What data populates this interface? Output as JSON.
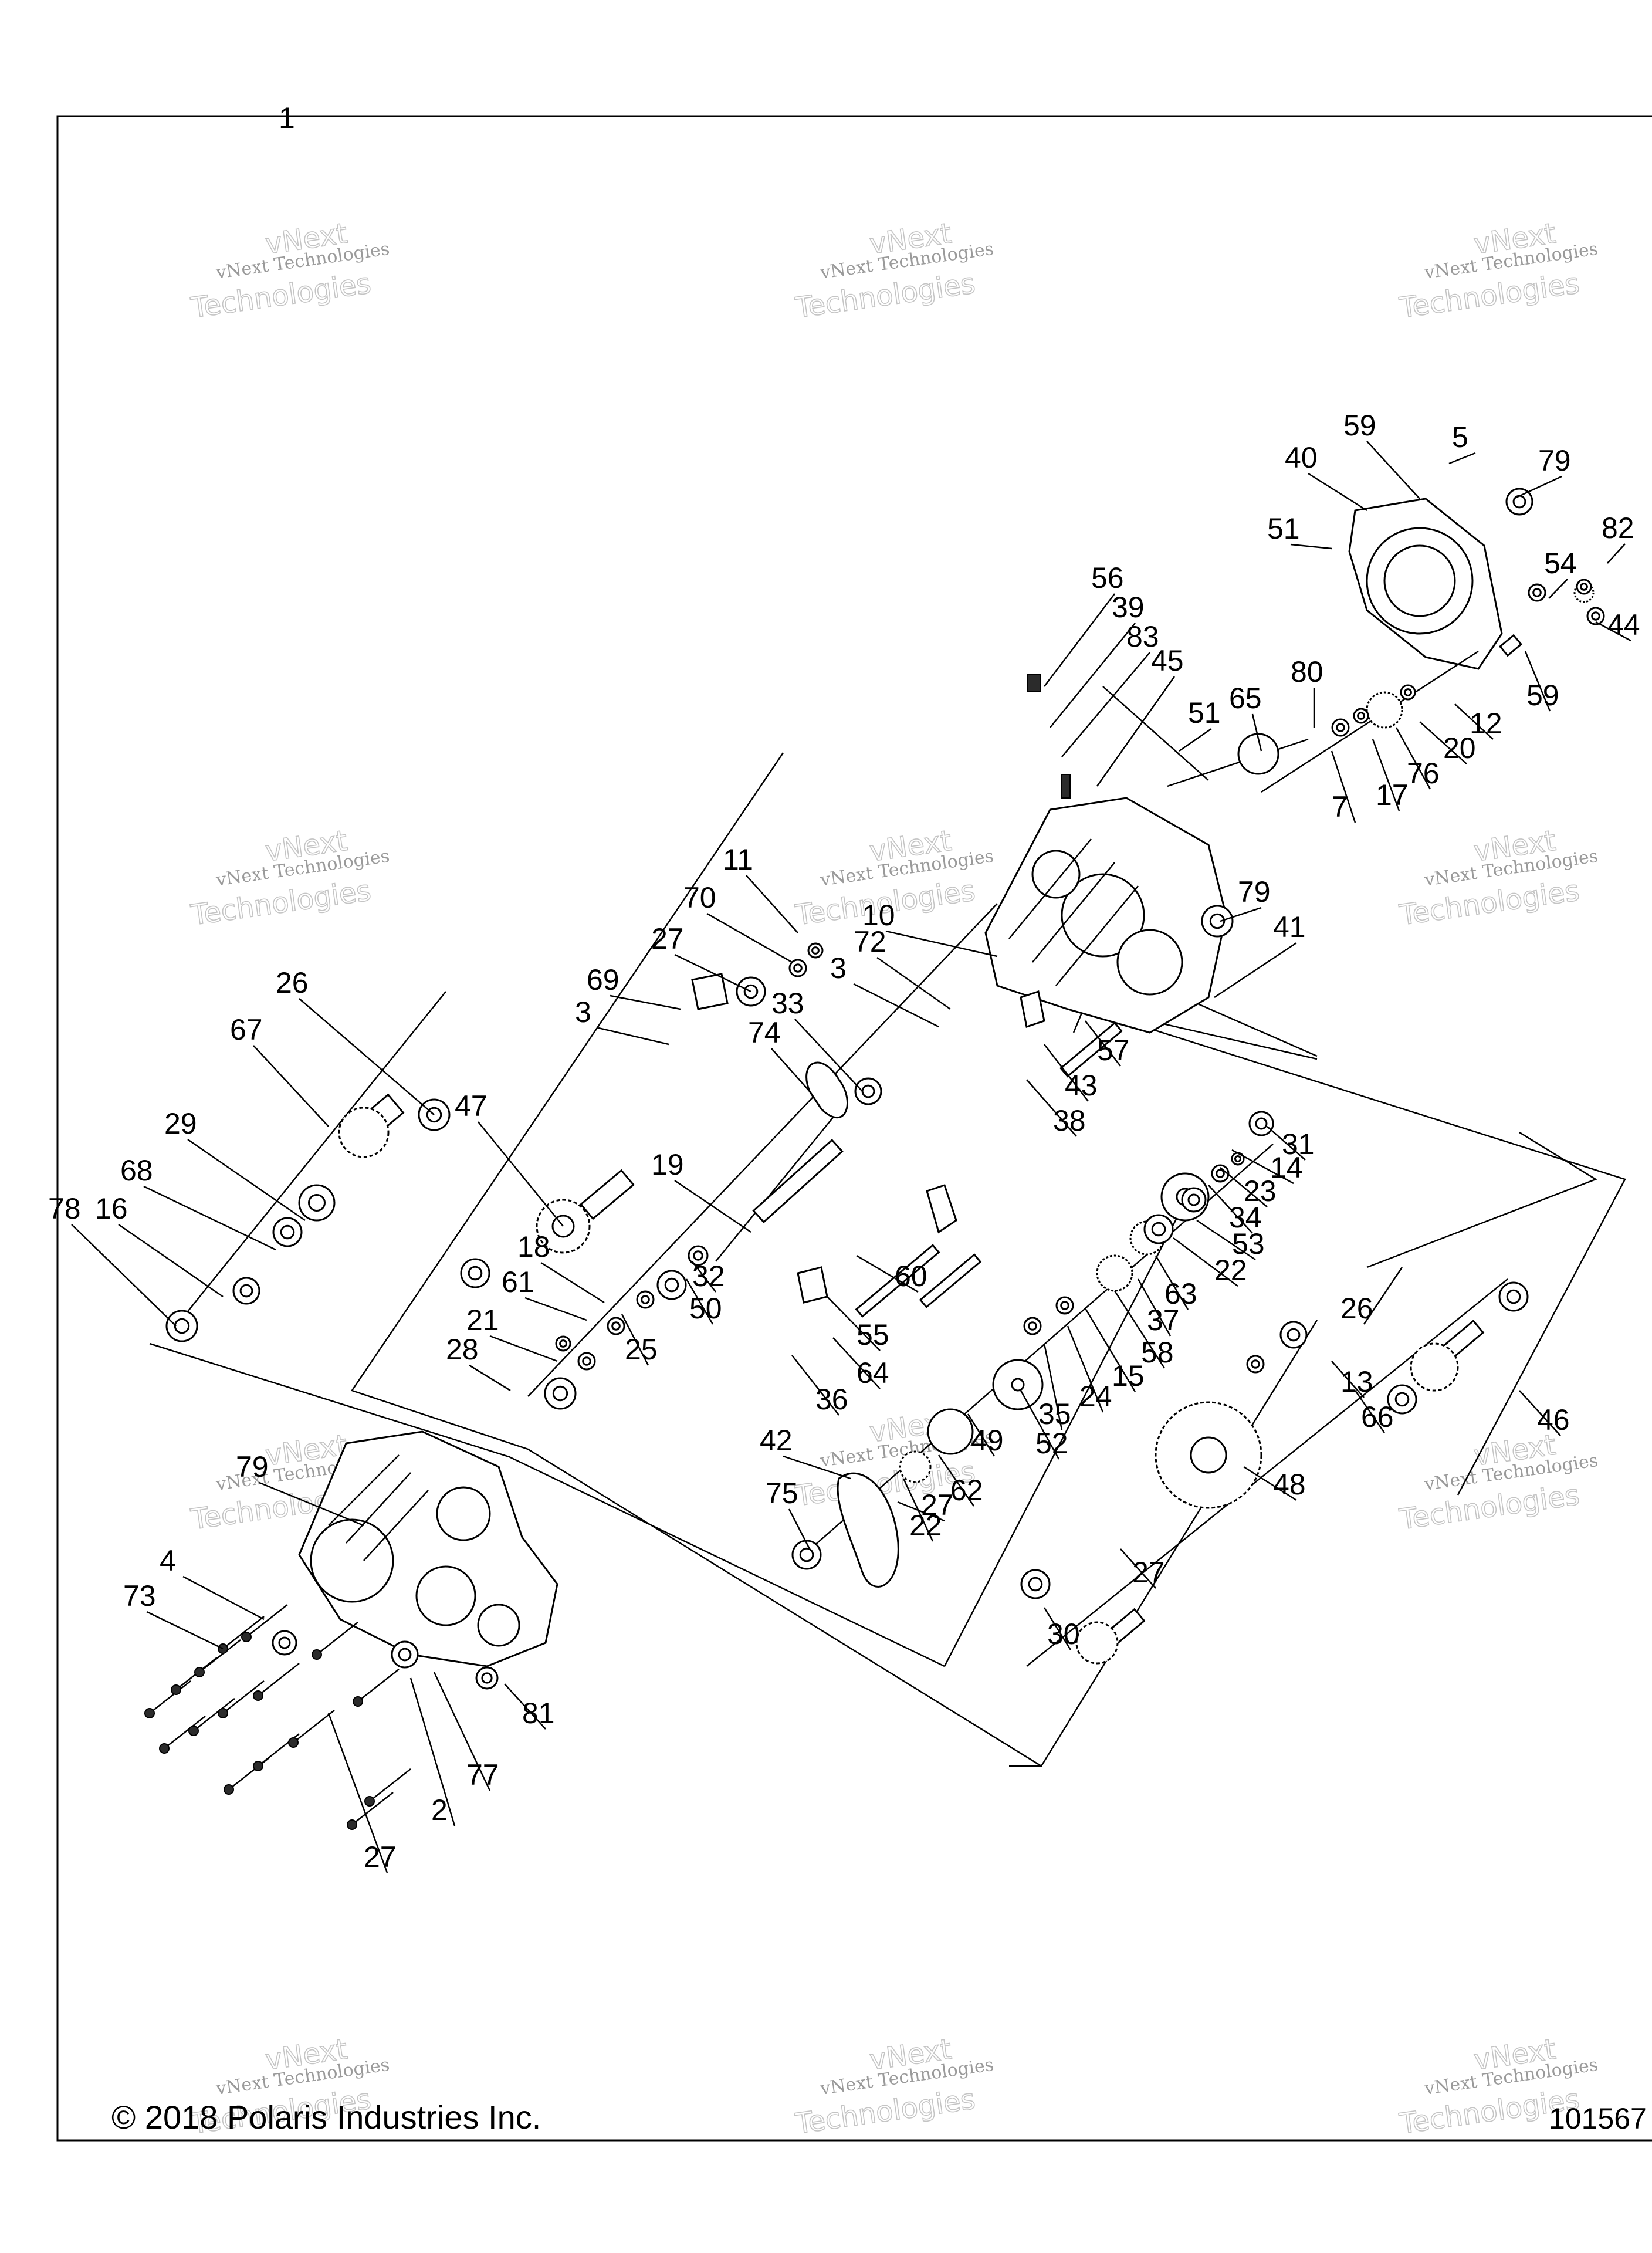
{
  "diagram": {
    "figure_number": "1",
    "copyright": "© 2018 Polaris Industries Inc.",
    "drawing_id": "101567",
    "watermark": {
      "line1": "vNext Technologies",
      "line2": "vNext",
      "line3": "Technologies"
    },
    "callouts": [
      "59",
      "5",
      "79",
      "40",
      "51",
      "82",
      "54",
      "44",
      "59",
      "12",
      "20",
      "76",
      "17",
      "7",
      "80",
      "65",
      "56",
      "39",
      "83",
      "45",
      "51",
      "79",
      "41",
      "11",
      "70",
      "10",
      "72",
      "3",
      "27",
      "33",
      "74",
      "69",
      "3",
      "26",
      "67",
      "29",
      "68",
      "16",
      "78",
      "47",
      "19",
      "57",
      "43",
      "38",
      "31",
      "14",
      "23",
      "34",
      "53",
      "22",
      "63",
      "37",
      "58",
      "15",
      "24",
      "35",
      "52",
      "49",
      "62",
      "22",
      "27",
      "26",
      "13",
      "66",
      "46",
      "48",
      "27",
      "30",
      "75",
      "42",
      "79",
      "4",
      "73",
      "81",
      "77",
      "2",
      "27",
      "18",
      "61",
      "21",
      "28",
      "25",
      "50",
      "32",
      "60",
      "55",
      "64",
      "36"
    ]
  }
}
